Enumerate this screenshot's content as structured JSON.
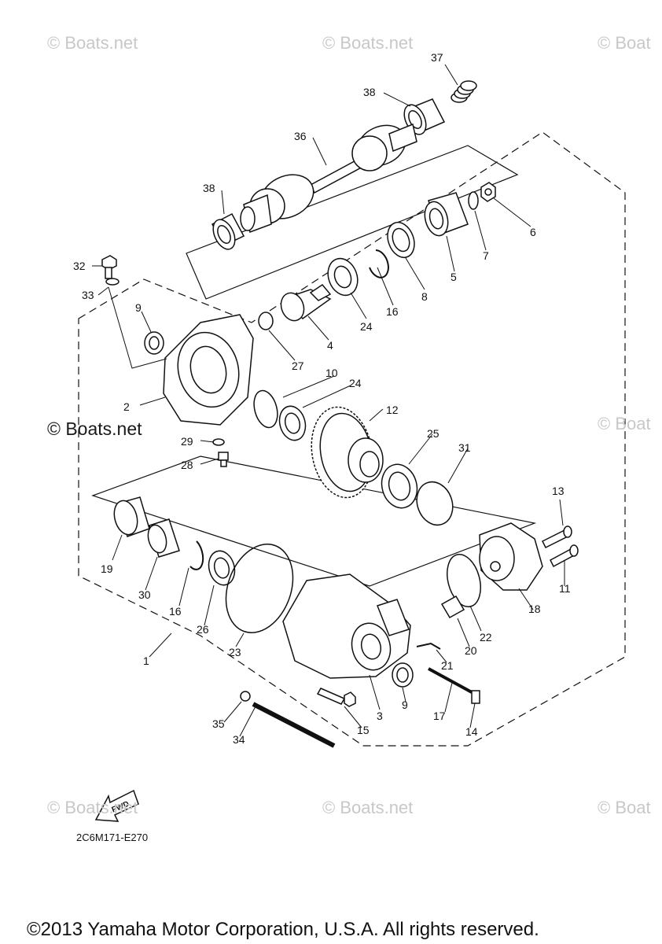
{
  "watermarks": [
    "© Boats.net",
    "© Boats.net",
    "© Boat",
    "© Boats.net",
    "© Boat",
    "© Boats.net",
    "© Boats.net",
    "© Boat"
  ],
  "fwd_label": "FWD",
  "diagram_code": "2C6M171-E270",
  "copyright": "©2013 Yamaha Motor Corporation, U.S.A. All rights reserved.",
  "callouts": {
    "n37": "37",
    "n38a": "38",
    "n36": "36",
    "n38b": "38",
    "n6": "6",
    "n7": "7",
    "n5": "5",
    "n8": "8",
    "n16a": "16",
    "n24a": "24",
    "n4": "4",
    "n27": "27",
    "n32": "32",
    "n33": "33",
    "n9a": "9",
    "n2": "2",
    "n10": "10",
    "n24b": "24",
    "n12": "12",
    "n25": "25",
    "n31": "31",
    "n29": "29",
    "n28": "28",
    "n13": "13",
    "n11": "11",
    "n18": "18",
    "n19": "19",
    "n30": "30",
    "n16b": "16",
    "n26": "26",
    "n23": "23",
    "n1": "1",
    "n22": "22",
    "n20": "20",
    "n21": "21",
    "n3": "3",
    "n9b": "9",
    "n17": "17",
    "n14": "14",
    "n15": "15",
    "n35": "35",
    "n34": "34"
  }
}
